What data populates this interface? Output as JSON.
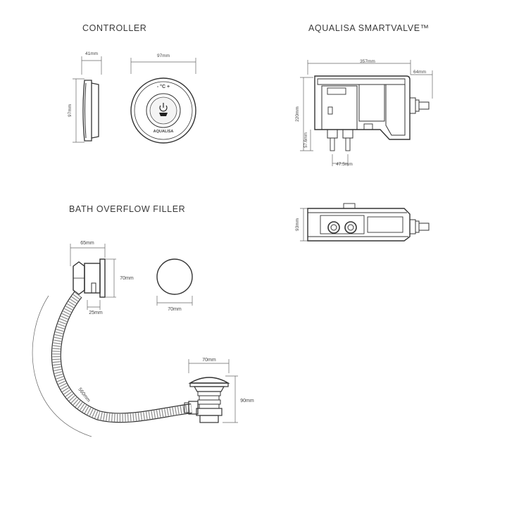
{
  "headings": {
    "controller": "CONTROLLER",
    "smartvalve": "AQUALISA SMARTVALVE™",
    "bath_filler": "BATH OVERFLOW FILLER"
  },
  "controller": {
    "side_depth": "41mm",
    "side_height": "97mm",
    "front_width": "97mm",
    "temp_label": "- °C +",
    "brand": "AQUALISA"
  },
  "smartvalve": {
    "width": "357mm",
    "outlet_length": "64mm",
    "height": "220mm",
    "lower_height": "57.6mm",
    "outlet_spacing": "47.5mm",
    "depth": "93mm"
  },
  "bath_filler": {
    "overflow_width": "65mm",
    "overflow_height": "70mm",
    "overflow_depth": "25mm",
    "cap_diameter": "70mm",
    "hose_length": "560mm",
    "waste_width": "70mm",
    "waste_height": "90mm"
  },
  "colors": {
    "line": "#333333",
    "dim_text": "#444444",
    "chrome": "#777777"
  }
}
